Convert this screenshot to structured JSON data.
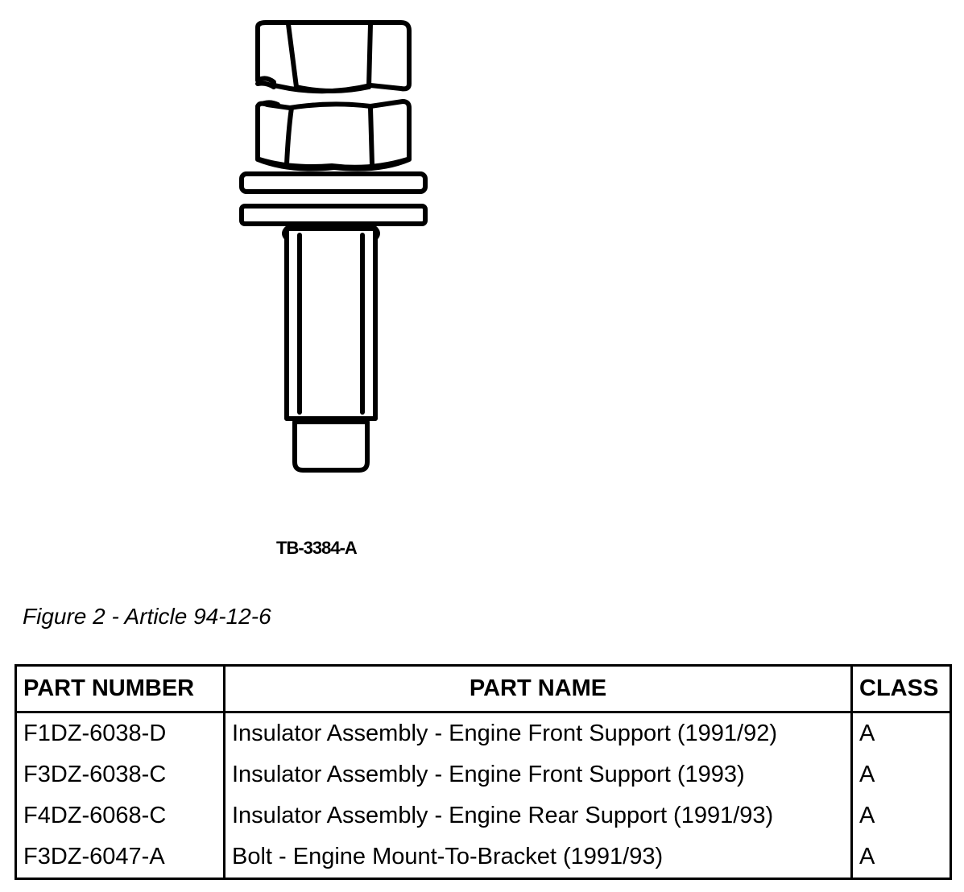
{
  "figure": {
    "label": "TB-3384-A",
    "caption": "Figure 2 - Article 94-12-6"
  },
  "table": {
    "headers": [
      "PART NUMBER",
      "PART NAME",
      "CLASS"
    ],
    "rows": [
      {
        "part_number": "F1DZ-6038-D",
        "part_name": "Insulator Assembly - Engine Front Support (1991/92)",
        "class": "A"
      },
      {
        "part_number": "F3DZ-6038-C",
        "part_name": "Insulator Assembly - Engine Front Support (1993)",
        "class": "A"
      },
      {
        "part_number": "F4DZ-6068-C",
        "part_name": "Insulator Assembly - Engine Rear Support (1991/93)",
        "class": "A"
      },
      {
        "part_number": "F3DZ-6047-A",
        "part_name": "Bolt - Engine Mount-To-Bracket (1991/93)",
        "class": "A"
      }
    ]
  }
}
